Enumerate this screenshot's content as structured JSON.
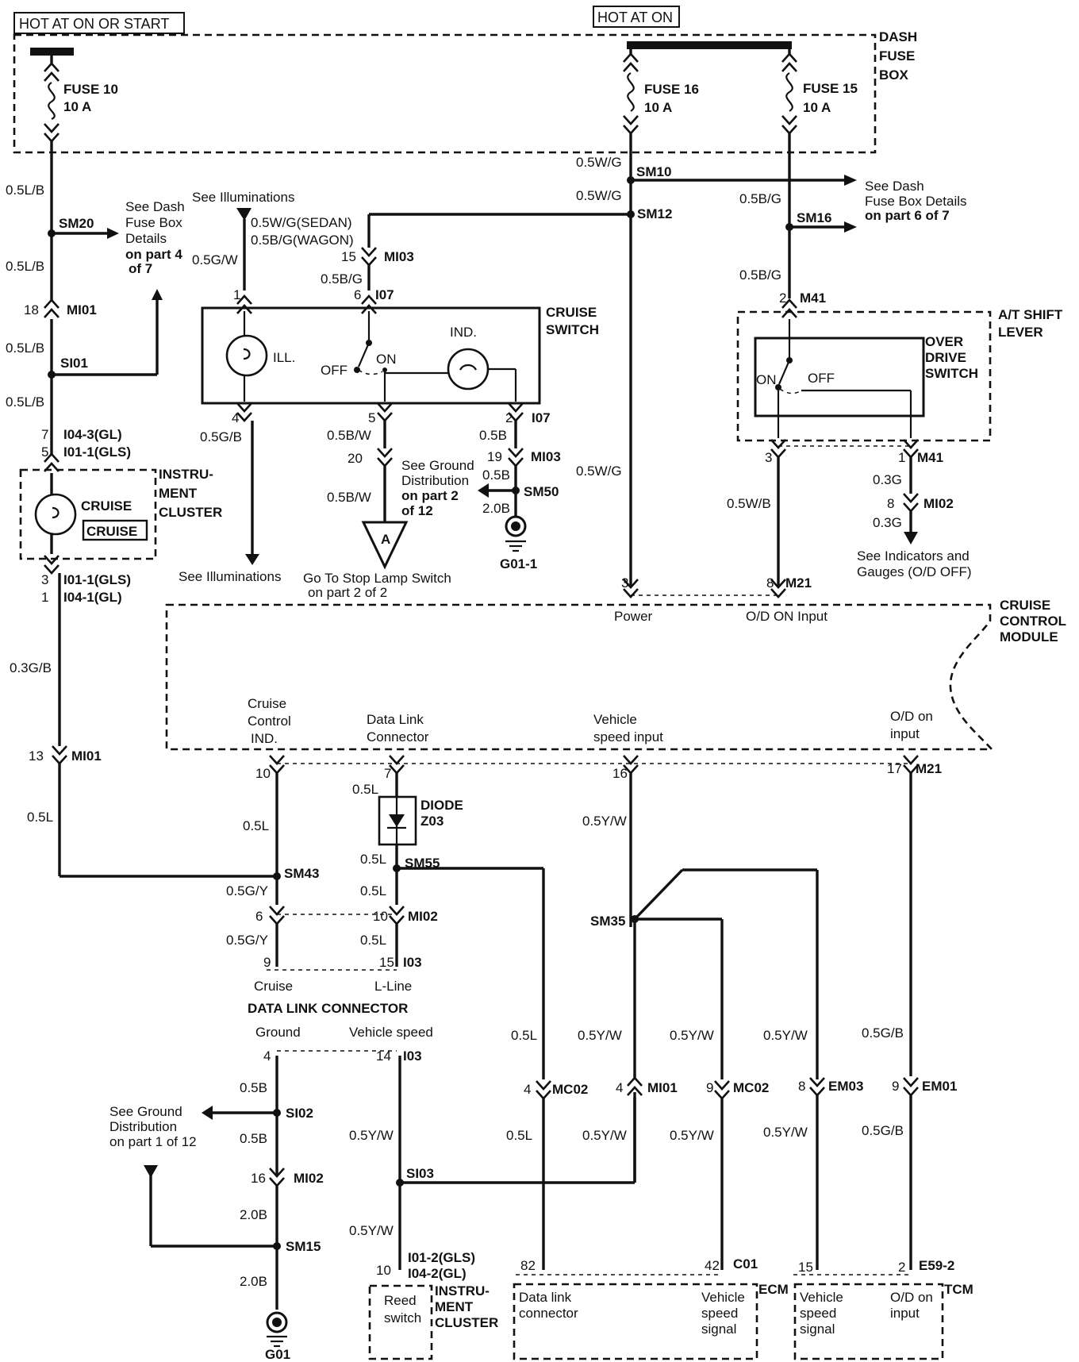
{
  "headers": {
    "hot_start": "HOT AT ON OR START",
    "hot_on": "HOT AT ON"
  },
  "boxes": {
    "dash_fuse_box": [
      "DASH",
      "FUSE",
      "BOX"
    ],
    "cruise_switch": [
      "CRUISE",
      "SWITCH"
    ],
    "at_shift_lever": [
      "A/T SHIFT",
      "LEVER"
    ],
    "over_drive_switch": [
      "OVER",
      "DRIVE",
      "SWITCH"
    ],
    "instrument_cluster": [
      "INSTRU-",
      "MENT",
      "CLUSTER"
    ],
    "instrument_cluster_bottom": [
      "INSTRU-",
      "MENT",
      "CLUSTER"
    ],
    "cruise_control_module": [
      "CRUISE",
      "CONTROL",
      "MODULE"
    ],
    "diode": [
      "DIODE",
      "Z03"
    ],
    "data_link_connector": "DATA LINK CONNECTOR",
    "ecm": "ECM",
    "tcm": "TCM"
  },
  "fuses": {
    "fuse10": [
      "FUSE 10",
      "10 A"
    ],
    "fuse16": [
      "FUSE 16",
      "10 A"
    ],
    "fuse15": [
      "FUSE 15",
      "10 A"
    ]
  },
  "wires": {
    "l_05lb_1": "0.5L/B",
    "l_05lb_2": "0.5L/B",
    "l_05lb_3": "0.5L/B",
    "l_05lb_4": "0.5L/B",
    "l_03gb": "0.3G/B",
    "l_05l_left": "0.5L",
    "sw_05wg_sedan": "0.5W/G(SEDAN)",
    "sw_05bg_wagon": "0.5B/G(WAGON)",
    "sw_05gw": "0.5G/W",
    "sw_05bg_top": "0.5B/G",
    "sw_05gb": "0.5G/B",
    "sw_05bw_1": "0.5B/W",
    "sw_05bw_2": "0.5B/W",
    "sw_05b_1": "0.5B",
    "sw_05b_2": "0.5B",
    "sw_20b": "2.0B",
    "f16_05wg_1": "0.5W/G",
    "f16_05wg_2": "0.5W/G",
    "f16_05wg_3": "0.5W/G",
    "f15_05bg_1": "0.5B/G",
    "f15_05bg_2": "0.5B/G",
    "od_05wb": "0.5W/B",
    "od_03g_1": "0.3G",
    "od_03g_2": "0.3G",
    "m_05l_1": "0.5L",
    "m_05l_2": "0.5L",
    "m_05l_3": "0.5L",
    "m_05l_4": "0.5L",
    "m_05l_5": "0.5L",
    "m_05gy_1": "0.5G/Y",
    "m_05gy_2": "0.5G/Y",
    "m_05yw_1": "0.5Y/W",
    "lw_05l_1": "0.5L",
    "lw_05l_2": "0.5L",
    "lw_05yw_1": "0.5Y/W",
    "lw_05yw_2": "0.5Y/W",
    "lw_05yw_3": "0.5Y/W",
    "lw_05yw_4": "0.5Y/W",
    "lw_05yw_5": "0.5Y/W",
    "lw_05yw_6": "0.5Y/W",
    "lw_05yw_7": "0.5Y/W",
    "lw_05gb_1": "0.5G/B",
    "lw_05gb_2": "0.5G/B",
    "g_05b_1": "0.5B",
    "g_05b_2": "0.5B",
    "g_20b_1": "2.0B",
    "g_20b_2": "2.0B"
  },
  "splices": {
    "sm20": "SM20",
    "si01": "SI01",
    "sm10": "SM10",
    "sm12": "SM12",
    "sm16": "SM16",
    "sm50": "SM50",
    "sm43": "SM43",
    "sm55": "SM55",
    "sm35": "SM35",
    "si02": "SI02",
    "sm15": "SM15",
    "si03": "SI03"
  },
  "connectors": {
    "mi01_18": "MI01",
    "i04_3": "I04-3(GL)",
    "i01_1_top": "I01-1(GLS)",
    "i01_1_bot": "I01-1(GLS)",
    "i04_1": "I04-1(GL)",
    "mi01_13": "MI01",
    "mi03_15": "MI03",
    "i07_6": "I07",
    "i07_2": "I07",
    "mi03_19": "MI03",
    "m41_2": "M41",
    "m41_1": "M41",
    "mi02_8": "MI02",
    "m21_8": "M21",
    "m21_17": "M21",
    "mi02_10": "MI02",
    "i03_15": "I03",
    "i03_14": "I03",
    "mi02_16": "MI02",
    "mc02_4": "MC02",
    "mi01_4": "MI01",
    "mc02_9": "MC02",
    "em03_8": "EM03",
    "em01_9": "EM01",
    "c01_42": "C01",
    "e59_2": "E59-2",
    "i01_2": "I01-2(GLS)",
    "i04_2": "I04-2(GL)"
  },
  "pins": {
    "p18": "18",
    "p7": "7",
    "p5": "5",
    "p3": "3",
    "p1": "1",
    "p13": "13",
    "s15": "15",
    "s6": "6",
    "s1": "1",
    "s4": "4",
    "s5": "5",
    "s2": "2",
    "s20": "20",
    "s19": "19",
    "o2": "2",
    "o3": "3",
    "o1": "1",
    "o8": "8",
    "m3": "3",
    "m8": "8",
    "m10": "10",
    "m7": "7",
    "m16": "16",
    "m17": "17",
    "d6": "6",
    "d10": "10",
    "d9": "9",
    "d15": "15",
    "d4": "4",
    "d14": "14",
    "d16": "16",
    "c4a": "4",
    "c4b": "4",
    "c9": "9",
    "c8": "8",
    "c9b": "9",
    "b10": "10",
    "b82": "82",
    "b42": "42",
    "b15": "15",
    "b2": "2"
  },
  "notes": {
    "see_dash_fuse_4": [
      "See Dash",
      "Fuse Box",
      "Details",
      "on part 4",
      "of 7"
    ],
    "see_illum_top": "See Illuminations",
    "see_illum_bot": "See Illuminations",
    "see_dash_fuse_6": [
      "See Dash",
      "Fuse Box Details",
      "on part 6 of 7"
    ],
    "see_ground_2": [
      "See Ground",
      "Distribution",
      "on part 2",
      "of 12"
    ],
    "goto_stop": [
      "Go To Stop Lamp Switch",
      "on part 2 of 2"
    ],
    "see_indicators": [
      "See Indicators and",
      "Gauges (O/D OFF)"
    ],
    "see_ground_1": [
      "See Ground",
      "Distribution",
      "on part 1 of 12"
    ]
  },
  "components": {
    "ill": "ILL.",
    "ind": "IND.",
    "off": "OFF",
    "on": "ON",
    "od_on": "ON",
    "od_off": "OFF",
    "cruise_lamp": "CRUISE",
    "cruise_badge": "CRUISE",
    "terminal_a": "A",
    "g01_1": "G01-1",
    "g01": "G01"
  },
  "module_pins": {
    "power": "Power",
    "od_on_input": "O/D ON Input",
    "cruise_ind": [
      "Cruise",
      "Control",
      "IND."
    ],
    "dlc": [
      "Data Link",
      "Connector"
    ],
    "vss_input": [
      "Vehicle",
      "speed input"
    ],
    "od_input": [
      "O/D on",
      "input"
    ]
  },
  "dlc_pins": {
    "cruise": "Cruise",
    "lline": "L-Line",
    "ground": "Ground",
    "vspeed": "Vehicle speed"
  },
  "bottom_pins": {
    "reed": [
      "Reed",
      "switch"
    ],
    "dlink": [
      "Data link",
      "connector"
    ],
    "vss_ecm": [
      "Vehicle",
      "speed",
      "signal"
    ],
    "vss_tcm": [
      "Vehicle",
      "speed",
      "signal"
    ],
    "od_tcm": [
      "O/D on",
      "input"
    ]
  }
}
